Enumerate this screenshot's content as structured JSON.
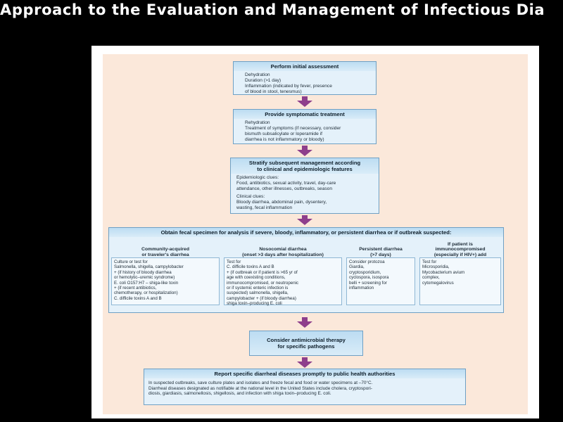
{
  "slide": {
    "title": "Approach to the Evaluation and Management of Infectious Dia"
  },
  "colors": {
    "background": "#000000",
    "panel": "#fbe8da",
    "box_fill": "#e4f1fa",
    "box_header": "#bcdcf2",
    "arrow": "#8e3f8c"
  },
  "steps": {
    "assessment": {
      "title": "Perform initial assessment",
      "lines": [
        "Dehydration",
        "Duration (>1 day)",
        "Inflammation (indicated by fever, presence",
        "of blood in stool, tenesmus)"
      ]
    },
    "symptomatic": {
      "title": "Provide symptomatic treatment",
      "lines": [
        "Rehydration",
        "Treatment of symptoms (if necessary, consider",
        "bismuth subsalicylate or loperamide if",
        "diarrhea is not inflammatory or bloody)"
      ]
    },
    "stratify": {
      "title_1": "Stratify subsequent management according",
      "title_2": "to clinical and epidemiologic features",
      "epi_label": "Epidemiologic clues:",
      "epi_lines": [
        "Food, antibiotics, sexual activity, travel, day-care",
        "attendance, other illnesses, outbreaks, season"
      ],
      "clin_label": "Clinical clues:",
      "clin_lines": [
        "Bloody diarrhea, abdominal pain, dysentery,",
        "wasting, fecal inflammation"
      ]
    },
    "fecal": {
      "title": "Obtain fecal specimen for analysis if severe, bloody, inflammatory, or persistent diarrhea or if outbreak suspected:",
      "columns": [
        {
          "header_1": "Community-acquired",
          "header_2": "or traveler's diarrhea",
          "lines": [
            "Culture or test for",
            "Salmonella, shigella, campylobacter",
            "+ (if history of bloody diarrhea",
            "or hemolytic–uremic syndrome)",
            "E. coli O157:H7 – shiga-like toxin",
            "+ (if recent antibiotics,",
            "chemotherapy, or hospitalization)",
            "C. difficile toxins A and B"
          ]
        },
        {
          "header_1": "Nosocomial diarrhea",
          "header_2": "(onset >3 days after hospitalization)",
          "lines": [
            "Test for",
            "C. difficile toxins A and B",
            "+ (if outbreak or if patient is >65 yr of",
            "age with coexisting conditions,",
            "immunocompromised, or neutropenic",
            "or if systemic enteric infection is",
            "suspected) salmonella, shigella,",
            "campylobacter + (if bloody diarrhea)",
            "shiga toxin–producing E. coli"
          ]
        },
        {
          "header_1": "Persistent diarrhea",
          "header_2": "(>7 days)",
          "lines": [
            "Consider protozoa",
            "Giardia,",
            "cryptosporidium,",
            "cyclospora, isospora",
            "belli + screening for",
            "inflammation"
          ]
        },
        {
          "header_1": "If patient is",
          "header_2": "immunocompromised",
          "header_3": "(especially if HIV+) add",
          "lines": [
            "Test for",
            "Microsporidia,",
            "Mycobacterium avium",
            "complex,",
            "cytomegalovirus"
          ]
        }
      ]
    },
    "antimicrobial": {
      "title_1": "Consider antimicrobial therapy",
      "title_2": "for specific pathogens"
    },
    "report": {
      "title": "Report specific diarrheal diseases promptly to public health authorities",
      "lines": [
        "In suspected outbreaks, save culture plates and isolates and freeze fecal and food or water specimens at –70°C.",
        "Diarrheal diseases designated as notifiable at the national level in the United States include cholera, cryptospori-",
        "diosis, giardiasis, salmonellosis, shigellosis, and infection with shiga toxin–producing E. coli."
      ]
    }
  }
}
